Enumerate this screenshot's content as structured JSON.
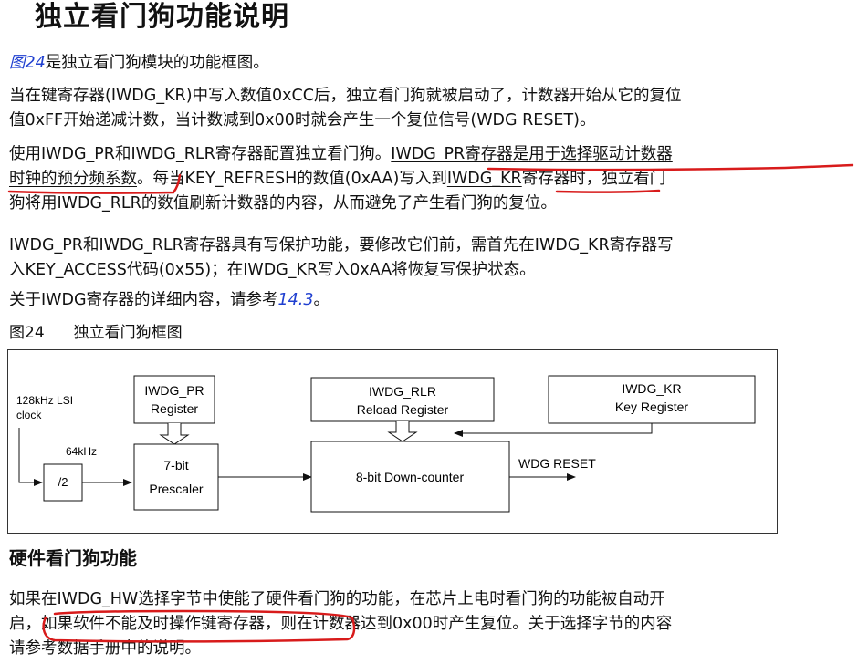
{
  "title": "独立看门狗功能说明",
  "p1": {
    "link": "图24",
    "text": "是独立看门狗模块的功能框图。"
  },
  "p2": {
    "line1": "当在键寄存器(IWDG_KR)中写入数值0xCC后，独立看门狗就被启动了，计数器开始从它的复位",
    "line2": "值0xFF开始递减计数，当计数减到0x00时就会产生一个复位信号(WDG RESET)。"
  },
  "p3": {
    "line1a": "使用IWDG_PR和IWDG_RLR寄存器配置独立看门狗。",
    "line1b": "IWDG_PR寄存器是用于选择驱动计数器",
    "line2a": "时钟的预分频系数",
    "line2b": "。每当KEY_REFRESH的数值(0xAA)写入到",
    "line2c": "IWDG_KR",
    "line2d": "寄存器时，独立看门",
    "line3": "狗将用IWDG_RLR的数值刷新计数器的内容，从而避免了产生看门狗的复位。"
  },
  "p4": {
    "line1": "IWDG_PR和IWDG_RLR寄存器具有写保护功能，要修改它们前，需首先在IWDG_KR寄存器写",
    "line2": "入KEY_ACCESS代码(0x55)；在IWDG_KR写入0xAA将恢复写保护状态。"
  },
  "p5": {
    "text": "关于IWDG寄存器的详细内容，请参考",
    "link": "14.3",
    "tail": "。"
  },
  "figure": {
    "number": "图24",
    "caption": "独立看门狗框图"
  },
  "diagram": {
    "clock_line1": "128kHz LSI",
    "clock_line2": "clock",
    "freq": "64kHz",
    "divider": "/2",
    "pr_line1": "IWDG_PR",
    "pr_line2": "Register",
    "rlr_line1": "IWDG_RLR",
    "rlr_line2": "Reload Register",
    "kr_line1": "IWDG_KR",
    "kr_line2": "Key Register",
    "prescaler_line1": "7-bit",
    "prescaler_line2": "Prescaler",
    "counter": "8-bit Down-counter",
    "reset": "WDG RESET"
  },
  "section2": {
    "heading": "硬件看门狗功能"
  },
  "p6": {
    "line1": "如果在IWDG_HW选择字节中使能了硬件看门狗的功能，在芯片上电时看门狗的功能被自动开",
    "line2a": "启，",
    "line2b": "如果软件不能及时操作键寄存器，",
    "line2c": "则在计数器达到0x00时产生复位。关于选择字节的内容",
    "line3": "请参考数据手册中的说明。"
  },
  "colors": {
    "link": "#1f3fd0",
    "ink": "#d81b1b"
  }
}
